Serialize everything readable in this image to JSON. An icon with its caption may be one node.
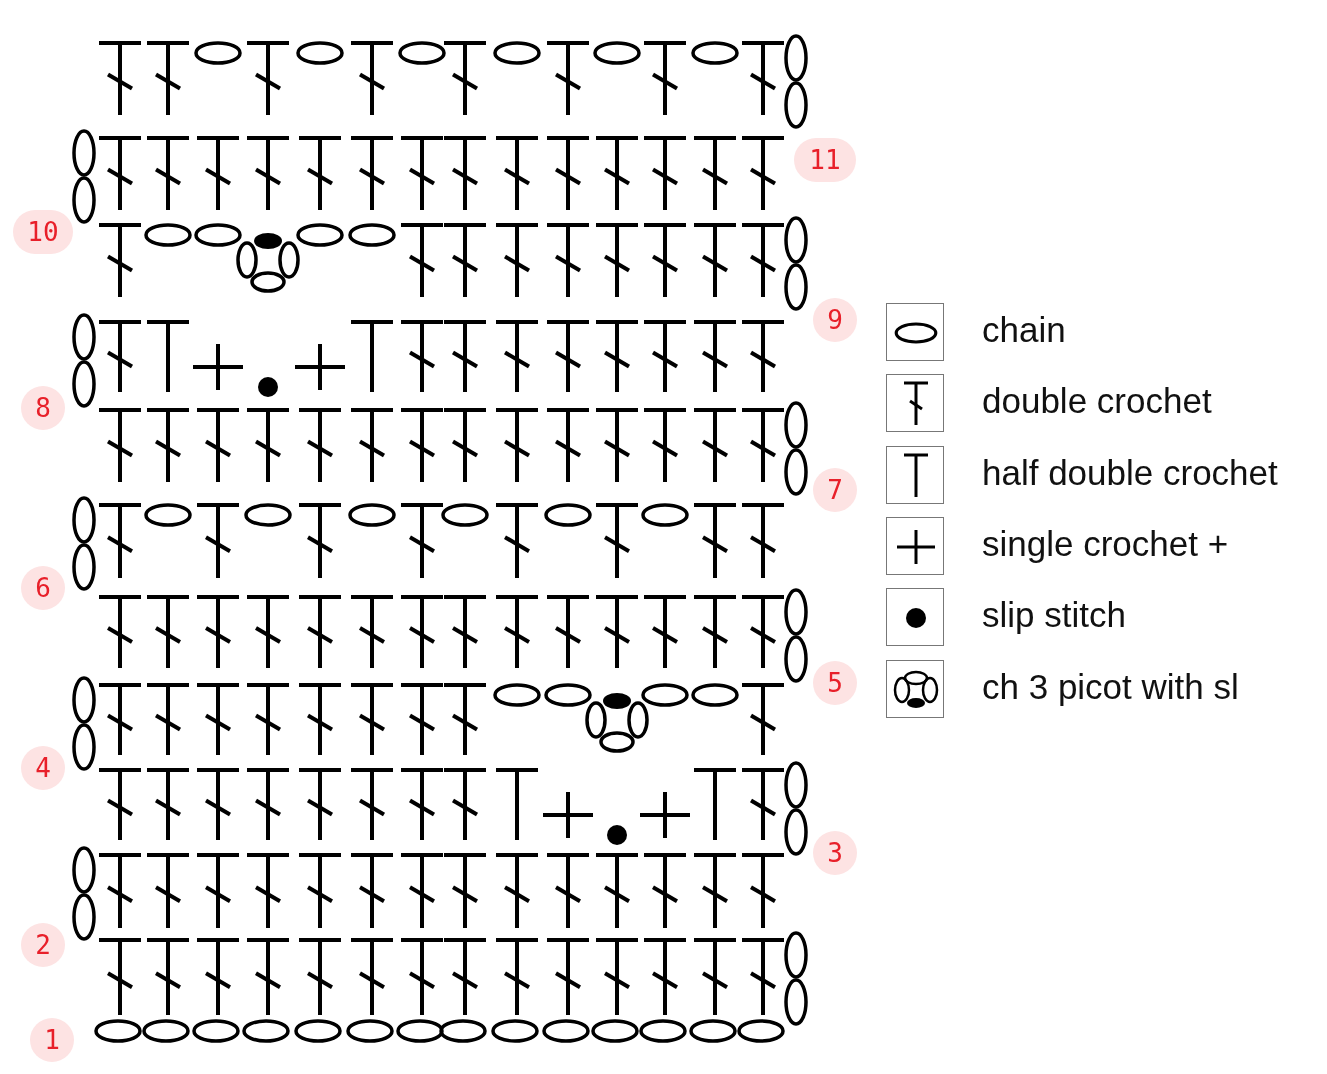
{
  "diagram": {
    "labels": [
      "11",
      "10",
      "9",
      "8",
      "7",
      "6",
      "5",
      "4",
      "3",
      "2",
      "1"
    ],
    "legend": [
      {
        "text": "chain"
      },
      {
        "text": "double crochet"
      },
      {
        "text": "half double crochet"
      },
      {
        "text": "single crochet +"
      },
      {
        "text": "slip stitch"
      },
      {
        "text": "ch 3 picot with sl"
      }
    ]
  }
}
